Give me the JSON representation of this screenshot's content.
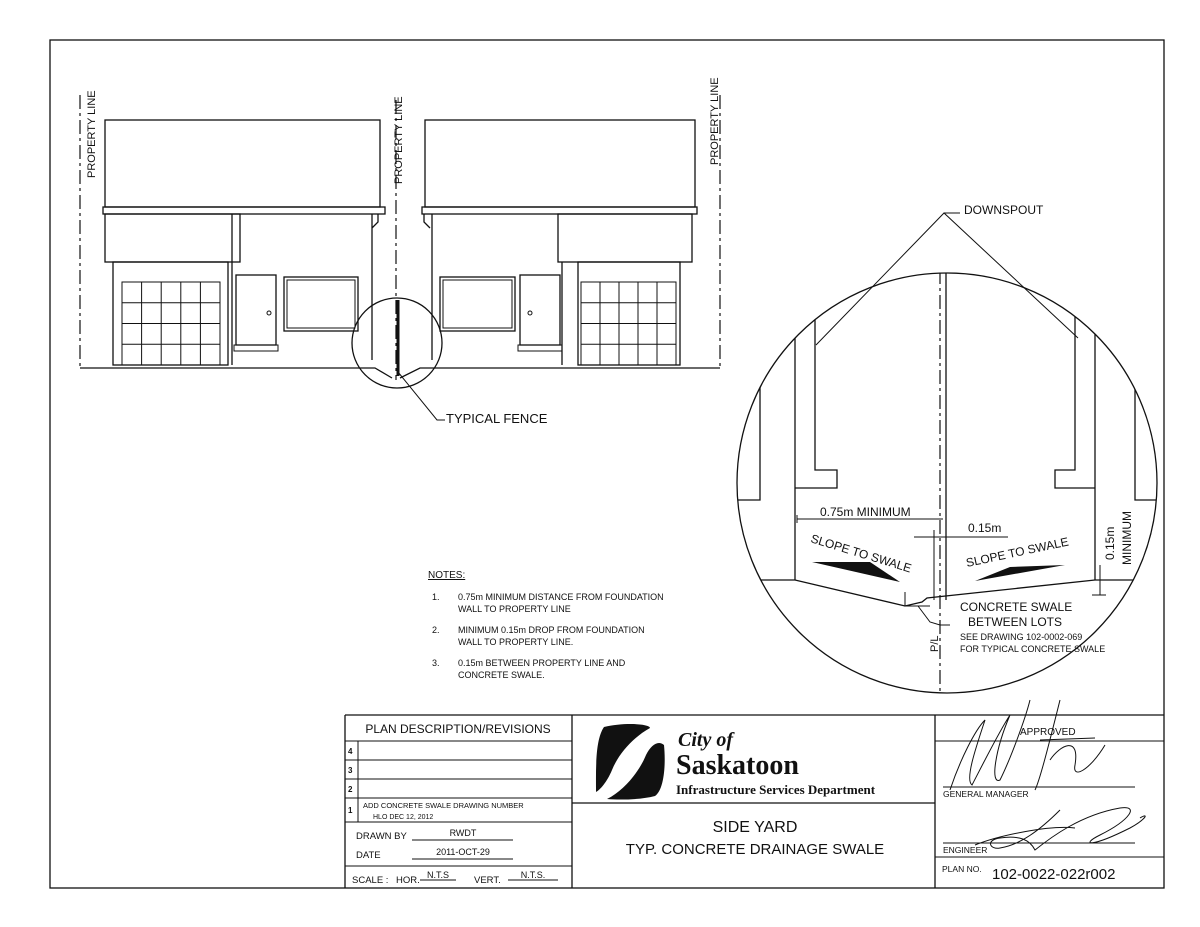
{
  "drawing": {
    "property_line_label": "PROPERTY LINE",
    "typical_fence_label": "TYPICAL FENCE",
    "downspout_label": "DOWNSPOUT",
    "detail": {
      "dim_075": "0.75m  MINIMUM",
      "dim_015": "0.15m",
      "dim_015_vert": "0.15m",
      "dim_015_vert_min": "MINIMUM",
      "slope_left": "SLOPE TO SWALE",
      "slope_right": "SLOPE TO SWALE",
      "swale_line1": "CONCRETE SWALE",
      "swale_line2": "BETWEEN LOTS",
      "see_line1": "SEE DRAWING 102-0002-069",
      "see_line2": "FOR TYPICAL CONCRETE SWALE",
      "pl_label": "P/L"
    }
  },
  "notes": {
    "heading": "NOTES:",
    "items": [
      {
        "num": "1.",
        "line1": "0.75m MINIMUM DISTANCE FROM FOUNDATION",
        "line2": "WALL TO PROPERTY LINE"
      },
      {
        "num": "2.",
        "line1": "MINIMUM 0.15m DROP FROM FOUNDATION",
        "line2": "WALL TO PROPERTY LINE."
      },
      {
        "num": "3.",
        "line1": "0.15m BETWEEN PROPERTY LINE AND",
        "line2": "CONCRETE SWALE."
      }
    ]
  },
  "title_block": {
    "revisions_header": "PLAN DESCRIPTION/REVISIONS",
    "revisions": [
      {
        "num": "4",
        "text": "",
        "sub": ""
      },
      {
        "num": "3",
        "text": "",
        "sub": ""
      },
      {
        "num": "2",
        "text": "",
        "sub": ""
      },
      {
        "num": "1",
        "text": "ADD CONCRETE SWALE DRAWING NUMBER",
        "sub": "HLO   DEC 12, 2012"
      }
    ],
    "drawn_by_label": "DRAWN BY",
    "drawn_by": "RWDT",
    "date_label": "DATE",
    "date": "2011-OCT-29",
    "scale_label": "SCALE :",
    "hor_label": "HOR.",
    "hor_value": "N.T.S",
    "vert_label": "VERT.",
    "vert_value": "N.T.S.",
    "logo_city_of": "City of",
    "logo_saskatoon": "Saskatoon",
    "logo_dept": "Infrastructure Services Department",
    "title_line1": "SIDE YARD",
    "title_line2": "TYP. CONCRETE DRAINAGE SWALE",
    "approved_label": "APPROVED",
    "general_manager_label": "GENERAL MANAGER",
    "engineer_label": "ENGINEER",
    "plan_no_label": "PLAN NO.",
    "plan_no": "102-0022-022r002"
  }
}
